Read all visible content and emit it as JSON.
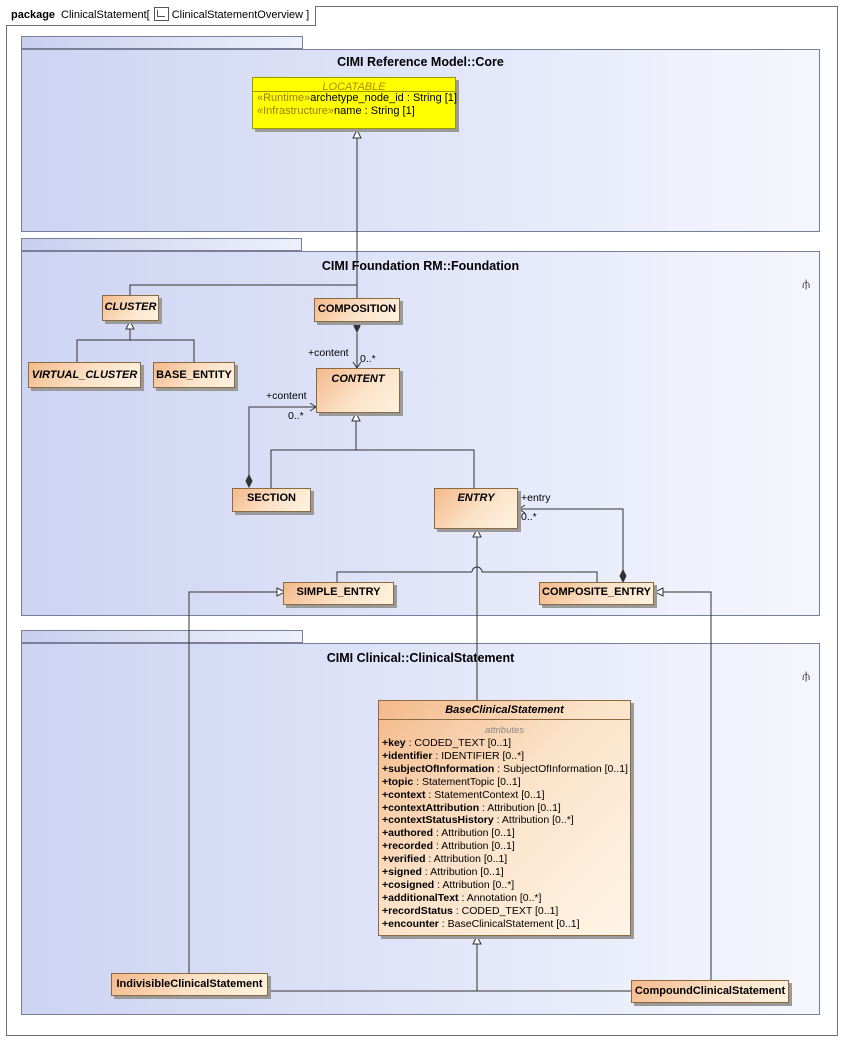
{
  "frame": {
    "keyword": "package",
    "package_name": "ClinicalStatement[",
    "diagram_name": "ClinicalStatementOverview ]"
  },
  "packages": {
    "core": {
      "title": "CIMI Reference Model::Core"
    },
    "foundation": {
      "title": "CIMI Foundation RM::Foundation"
    },
    "clinical": {
      "title": "CIMI Clinical::ClinicalStatement"
    }
  },
  "locatable": {
    "name": "LOCATABLE",
    "attributes": [
      {
        "stereotype": "«Runtime»",
        "name": "archetype_node_id",
        "type": " : String [1]"
      },
      {
        "stereotype": "«Infrastructure»",
        "name": "name",
        "type": " : String [1]"
      }
    ]
  },
  "classes": {
    "cluster": "CLUSTER",
    "composition": "COMPOSITION",
    "virtual_cluster": "VIRTUAL_CLUSTER",
    "base_entity": "BASE_ENTITY",
    "content": "CONTENT",
    "section": "SECTION",
    "entry": "ENTRY",
    "simple_entry": "SIMPLE_ENTRY",
    "composite_entry": "COMPOSITE_ENTRY",
    "indivisible": "IndivisibleClinicalStatement",
    "compound": "CompoundClinicalStatement"
  },
  "associations": {
    "composition_content_role": "+content",
    "composition_content_mult": "0..*",
    "section_content_role": "+content",
    "section_content_mult": "0..*",
    "composite_entry_role": "+entry",
    "composite_entry_mult": "0..*"
  },
  "base_clinical_statement": {
    "name": "BaseClinicalStatement",
    "section_label": "attributes",
    "attributes": [
      {
        "name": "+key",
        "type": " : CODED_TEXT [0..1]"
      },
      {
        "name": "+identifier",
        "type": " : IDENTIFIER [0..*]"
      },
      {
        "name": "+subjectOfInformation",
        "type": " : SubjectOfInformation [0..1]"
      },
      {
        "name": "+topic",
        "type": " : StatementTopic [0..1]"
      },
      {
        "name": "+context",
        "type": " : StatementContext [0..1]"
      },
      {
        "name": "+contextAttribution",
        "type": " : Attribution [0..1]"
      },
      {
        "name": "+contextStatusHistory",
        "type": " : Attribution [0..*]"
      },
      {
        "name": "+authored",
        "type": " : Attribution [0..1]"
      },
      {
        "name": "+recorded",
        "type": " : Attribution [0..1]"
      },
      {
        "name": "+verified",
        "type": " : Attribution [0..1]"
      },
      {
        "name": "+signed",
        "type": " : Attribution [0..1]"
      },
      {
        "name": "+cosigned",
        "type": " : Attribution [0..*]"
      },
      {
        "name": "+additionalText",
        "type": " : Annotation [0..*]"
      },
      {
        "name": "+recordStatus",
        "type": " : CODED_TEXT [0..1]"
      },
      {
        "name": "+encounter",
        "type": " : BaseClinicalStatement [0..1]"
      }
    ]
  },
  "icons": {
    "diagram": "class-diagram-icon",
    "package": "package-structure-icon"
  }
}
